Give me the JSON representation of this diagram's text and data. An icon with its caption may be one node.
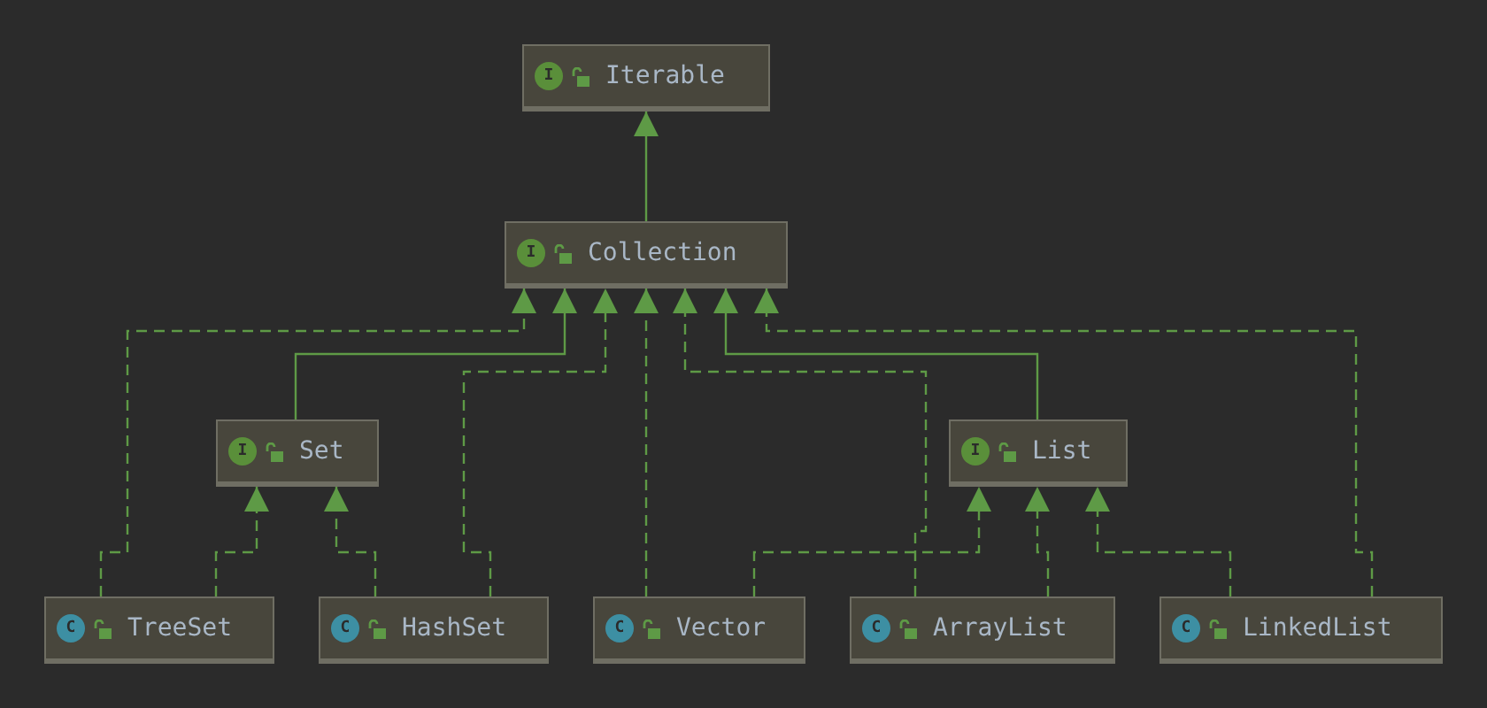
{
  "diagram": {
    "nodes": [
      {
        "text": [
          "I",
          "Iterable"
        ]
      },
      {
        "text": [
          "I",
          "Collection"
        ]
      },
      {
        "text": [
          "I",
          "Set"
        ]
      },
      {
        "text": [
          "I",
          "List"
        ]
      },
      {
        "text": [
          "C",
          "TreeSet"
        ]
      },
      {
        "text": [
          "C",
          "HashSet"
        ]
      },
      {
        "text": [
          "C",
          "Vector"
        ]
      },
      {
        "text": [
          "C",
          "ArrayList"
        ]
      },
      {
        "text": [
          "C",
          "LinkedList"
        ]
      }
    ],
    "edges": [
      {
        "from": 1,
        "to": 0,
        "arrow": "to"
      },
      {
        "from": 4,
        "to": 1,
        "arrow": "to",
        "style": "dashed"
      },
      {
        "from": 2,
        "to": 1,
        "arrow": "to"
      },
      {
        "from": 5,
        "to": 1,
        "arrow": "to",
        "style": "dashed"
      },
      {
        "from": 6,
        "to": 1,
        "arrow": "to",
        "style": "dashed"
      },
      {
        "from": 7,
        "to": 1,
        "arrow": "to",
        "style": "dashed"
      },
      {
        "from": 3,
        "to": 1,
        "arrow": "to"
      },
      {
        "from": 8,
        "to": 1,
        "arrow": "to",
        "style": "dashed"
      },
      {
        "from": 4,
        "to": 2,
        "arrow": "to",
        "style": "dashed"
      },
      {
        "from": 5,
        "to": 2,
        "arrow": "to",
        "style": "dashed"
      },
      {
        "from": 6,
        "to": 3,
        "arrow": "to",
        "style": "dashed"
      },
      {
        "from": 7,
        "to": 3,
        "arrow": "to",
        "style": "dashed"
      },
      {
        "from": 8,
        "to": 3,
        "arrow": "to",
        "style": "dashed"
      }
    ]
  }
}
